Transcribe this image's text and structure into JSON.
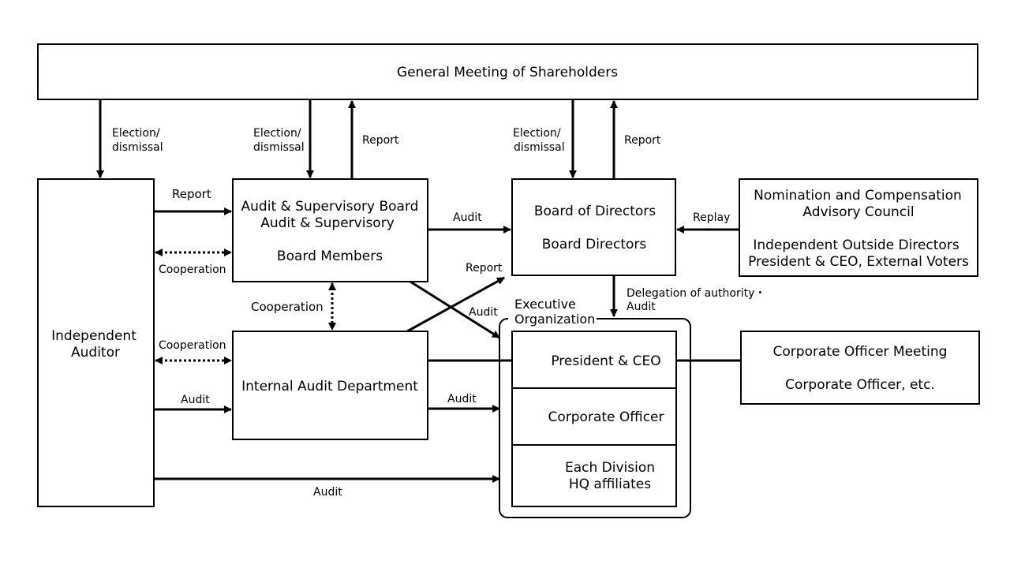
{
  "boxes": {
    "shareholders": "General Meeting of Shareholders",
    "auditor": {
      "line1": "Independent",
      "line2": "Auditor"
    },
    "asb": {
      "line1": "Audit & Supervisory Board",
      "line2": "Audit & Supervisory",
      "line3": "Board Members"
    },
    "bod": {
      "line1": "Board of Directors",
      "line2": "Board Directors"
    },
    "ncac": {
      "line1": "Nomination and Compensation",
      "line2": "Advisory Council",
      "line3": "Independent Outside Directors",
      "line4": "President & CEO, External Voters"
    },
    "iad": "Internal Audit Department",
    "exec": {
      "title1": "Executive",
      "title2": "Organization",
      "ceo": "President & CEO",
      "officer": "Corporate Officer",
      "division1": "Each Division",
      "division2": "HQ affiliates"
    },
    "com": {
      "line1": "Corporate Officer Meeting",
      "line2": "Corporate Officer, etc."
    }
  },
  "labels": {
    "election1a": "Election/",
    "election1b": "dismissal",
    "election2a": "Election/",
    "election2b": "dismissal",
    "report_asb_gm": "Report",
    "election3a": "Election/",
    "election3b": "dismissal",
    "report_bod_gm": "Report",
    "report_auditor_asb": "Report",
    "cooperation_auditor_asb": "Cooperation",
    "audit_asb_bod": "Audit",
    "replay": "Replay",
    "report_iad_bod": "Report",
    "audit_asb_exec": "Audit",
    "delegation1": "Delegation of authority・",
    "delegation2": "Audit",
    "cooperation_asb_iad": "Cooperation",
    "cooperation_auditor_iad": "Cooperation",
    "audit_auditor_iad": "Audit",
    "audit_iad_exec": "Audit",
    "audit_auditor_exec": "Audit"
  }
}
